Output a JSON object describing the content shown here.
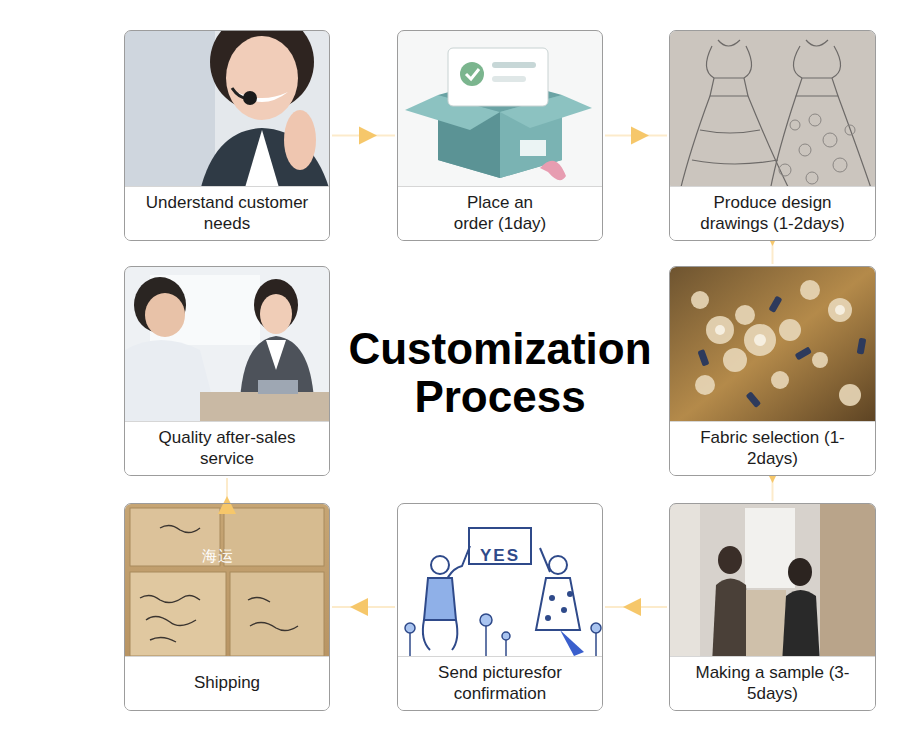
{
  "diagram": {
    "title": "Customization Process",
    "nodes": [
      {
        "text": [
          "Understand customer needs"
        ]
      },
      {
        "text": [
          "Place an order (1day)"
        ]
      },
      {
        "text": [
          "Produce design drawings (1-2days)"
        ]
      },
      {
        "text": [
          "Quality after-sales service"
        ]
      },
      {
        "text": [
          "Fabric selection (1-2days)"
        ]
      },
      {
        "text": [
          "Shipping"
        ]
      },
      {
        "text": [
          "Send picturesfor confirmation"
        ]
      },
      {
        "text": [
          "Making a sample (3-5days)"
        ]
      }
    ],
    "edges": [
      {
        "from": 0,
        "to": 1,
        "arrow": "to"
      },
      {
        "from": 1,
        "to": 2,
        "arrow": "to"
      },
      {
        "from": 2,
        "to": 4,
        "arrow": "to"
      },
      {
        "from": 4,
        "to": 7,
        "arrow": "to"
      },
      {
        "from": 7,
        "to": 6,
        "arrow": "to"
      },
      {
        "from": 6,
        "to": 5,
        "arrow": "to"
      },
      {
        "from": 5,
        "to": 3,
        "arrow": "to"
      }
    ],
    "labels": [
      "海运",
      "YES"
    ]
  }
}
